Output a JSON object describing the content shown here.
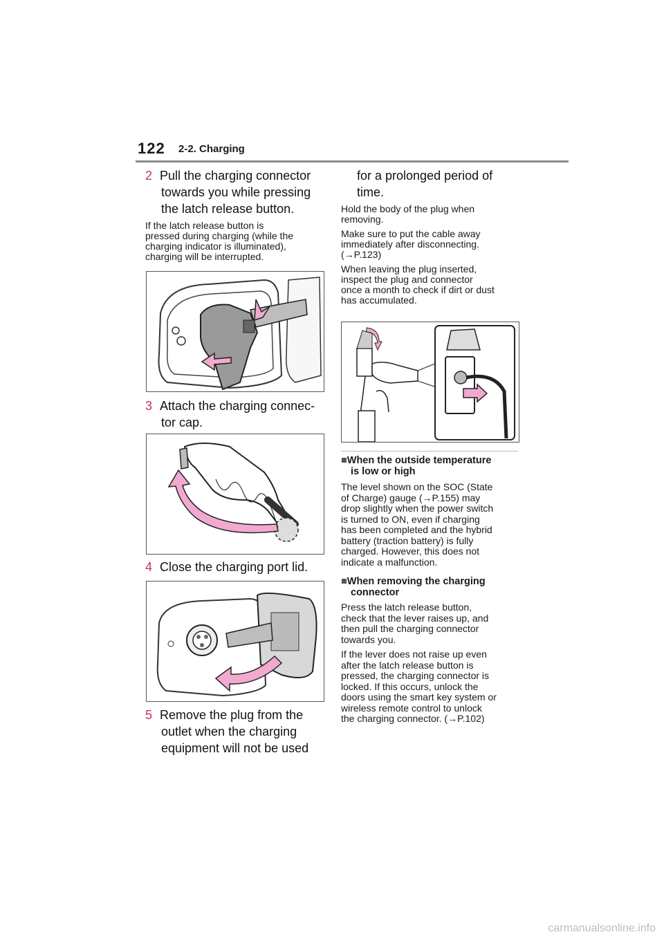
{
  "header": {
    "page_number": "122",
    "section": "2-2. Charging"
  },
  "left": {
    "step2": {
      "num": "2",
      "line1": "Pull the charging connector",
      "line2": "towards you while pressing",
      "line3": "the latch release button."
    },
    "note2": {
      "l1": "If the latch release button is",
      "l2": "pressed during charging (while the",
      "l3": "charging indicator is illuminated),",
      "l4": "charging will be interrupted."
    },
    "step3": {
      "num": "3",
      "line1": "Attach the charging connec-",
      "line2": "tor cap."
    },
    "step4": {
      "num": "4",
      "line1": "Close the charging port lid."
    },
    "step5": {
      "num": "5",
      "line1": "Remove the plug from the",
      "line2": "outlet when the charging",
      "line3": "equipment will not be used"
    }
  },
  "right": {
    "step5_cont": {
      "line1": "for a prolonged period of",
      "line2": "time."
    },
    "notes": {
      "n1l1": "Hold the body of the plug when",
      "n1l2": "removing.",
      "n2l1": "Make sure to put the cable away",
      "n2l2": "immediately after disconnecting.",
      "n2l3": "(→P.123)",
      "n3l1": "When leaving the plug inserted,",
      "n3l2": "inspect the plug and connector",
      "n3l3": "once a month to check if dirt or dust",
      "n3l4": "has accumulated."
    },
    "section1": {
      "marker": "■",
      "h1": "When the outside temperature",
      "h2": "is low or high",
      "l1": "The level shown on the SOC (State",
      "l2": "of Charge) gauge (→P.155) may",
      "l3": "drop slightly when the power switch",
      "l4": "is turned to ON, even if charging",
      "l5": "has been completed and the hybrid",
      "l6": "battery (traction battery) is fully",
      "l7": "charged. However, this does not",
      "l8": "indicate a malfunction."
    },
    "section2": {
      "marker": "■",
      "h1": "When removing the charging",
      "h2": "connector",
      "p1l1": "Press the latch release button,",
      "p1l2": "check that the lever raises up, and",
      "p1l3": "then pull the charging connector",
      "p1l4": "towards you.",
      "p2l1": "If the lever does not raise up even",
      "p2l2": "after the latch release button is",
      "p2l3": "pressed, the charging connector is",
      "p2l4": "locked. If this occurs, unlock the",
      "p2l5": "doors using the smart key system or",
      "p2l6": "wireless remote control to unlock",
      "p2l7": "the charging connector. (→P.102)"
    }
  },
  "watermark": "carmanualsonline.info",
  "colors": {
    "accent": "#c0395a",
    "arrow_fill": "#f2a9cf",
    "arrow_stroke": "#222222",
    "rule": "#8a8a8a"
  }
}
